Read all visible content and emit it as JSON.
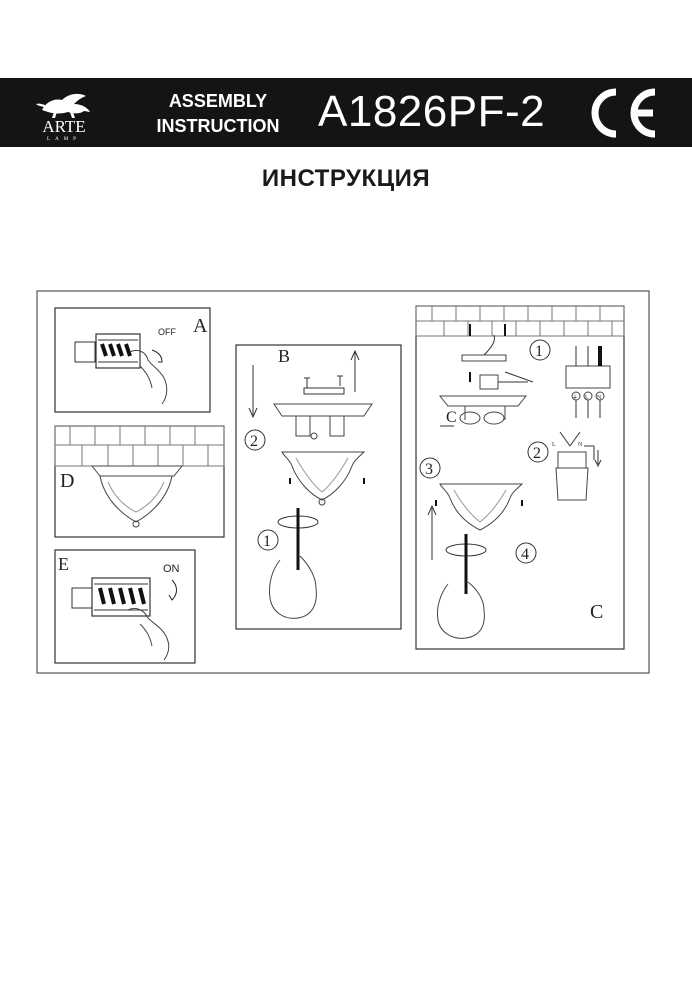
{
  "header": {
    "brand": "ARTE",
    "brand_sub": "LAMP",
    "line1": "ASSEMBLY",
    "line2": "INSTRUCTION",
    "model": "A1826PF-2",
    "mark": "CE"
  },
  "title_ru": "ИНСТРУКЦИЯ",
  "panels": {
    "a": {
      "letter": "A",
      "switch_label": "OFF"
    },
    "b": {
      "letter": "B",
      "step1": "1",
      "step2": "2"
    },
    "c": {
      "letter": "C",
      "step1": "1",
      "step2": "2",
      "step3": "3",
      "step4": "4",
      "inline_letter": "C",
      "ground": "⏚",
      "live": "L",
      "neutral": "N"
    },
    "d": {
      "letter": "D"
    },
    "e": {
      "letter": "E",
      "switch_label": "ON"
    }
  }
}
